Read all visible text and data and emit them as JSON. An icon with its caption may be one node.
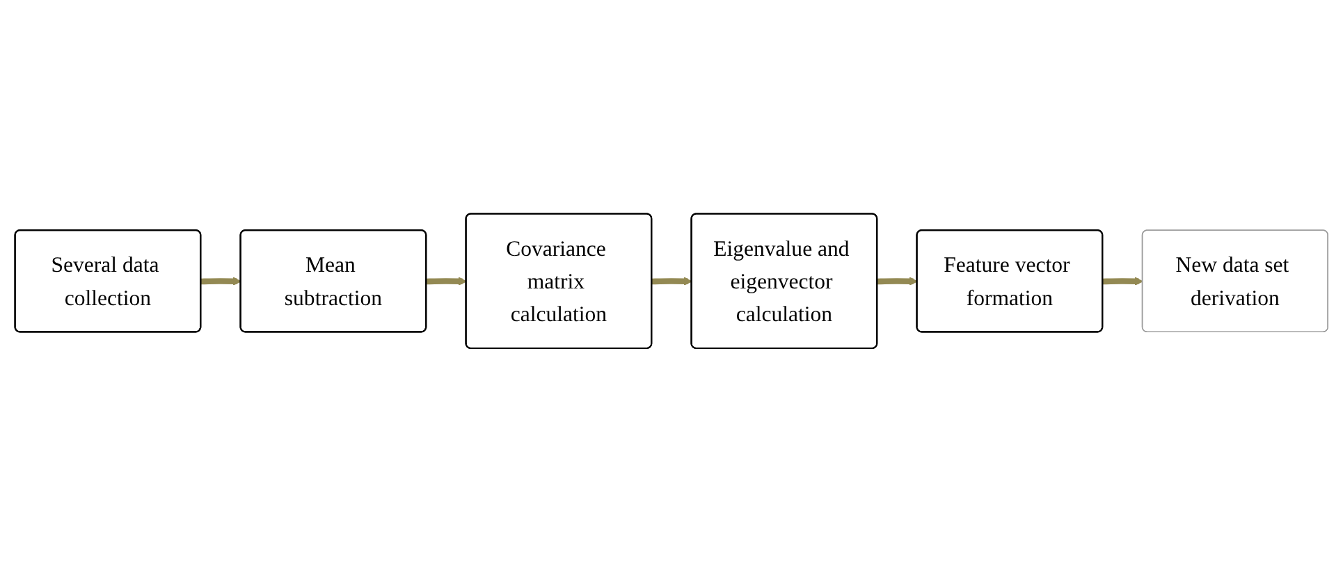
{
  "diagram": {
    "nodes": [
      {
        "text": [
          "Several data collection"
        ]
      },
      {
        "text": [
          "Mean subtraction"
        ]
      },
      {
        "text": [
          "Covariance matrix calculation"
        ]
      },
      {
        "text": [
          "Eigenvalue and eigenvector calculation"
        ]
      },
      {
        "text": [
          "Feature vector formation"
        ]
      },
      {
        "text": [
          "New data set derivation"
        ]
      }
    ],
    "edges": [
      {
        "from": 0,
        "to": 1,
        "arrow": "to"
      },
      {
        "from": 1,
        "to": 2,
        "arrow": "to"
      },
      {
        "from": 2,
        "to": 3,
        "arrow": "to"
      },
      {
        "from": 3,
        "to": 4,
        "arrow": "to"
      },
      {
        "from": 4,
        "to": 5,
        "arrow": "to"
      }
    ]
  }
}
